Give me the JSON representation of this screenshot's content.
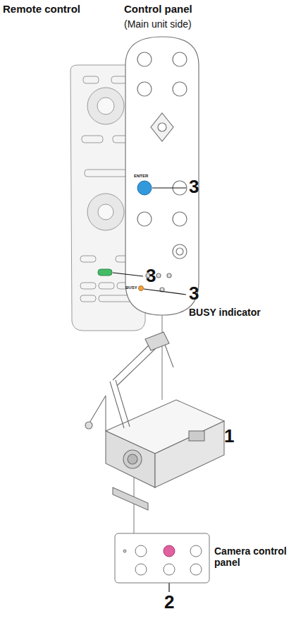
{
  "diagram": {
    "labels": [
      "Remote control",
      "Control panel",
      "(Main unit side)",
      "ENTER",
      "3",
      "3",
      "BUSY",
      "3",
      "BUSY indicator",
      "1",
      "Camera control panel",
      "2"
    ]
  }
}
